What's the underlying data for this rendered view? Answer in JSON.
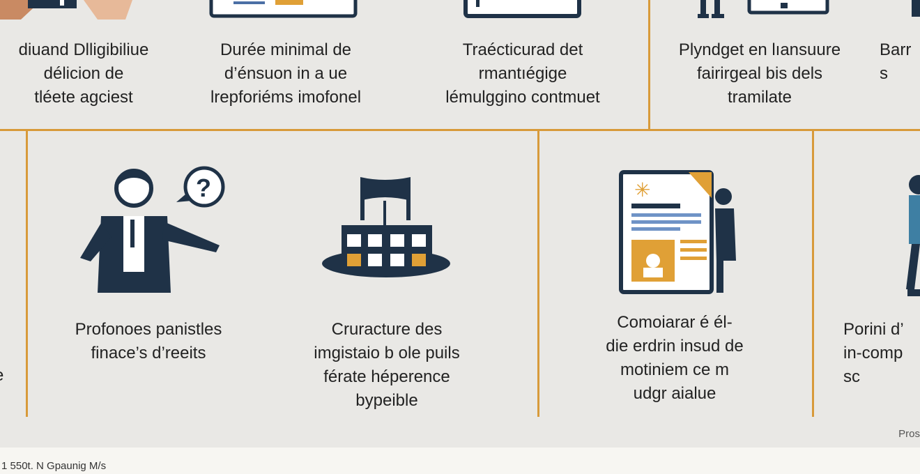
{
  "colors": {
    "navy": "#1f3247",
    "orange": "#e0a036",
    "divider": "#d89a3a",
    "panel": "#e9e8e5"
  },
  "top_row": [
    {
      "caption": "diuand Dlligibiliue\ndélicion de\ntléete agciest",
      "icon": "person-hand-icon"
    },
    {
      "caption": "Durée minimal de\nd’énsuon in a ue\nlrepforiéms imofonel",
      "icon": "document-icon"
    },
    {
      "caption": "Traécticurad det\nrmantıégige\nlémulggino contmuet",
      "icon": "monitor-icon"
    },
    {
      "caption": "Plyndget en lıansuure\nfairirgeal bis dels\ntramilate",
      "icon": "person-desk-icon"
    },
    {
      "caption": "Barr\ns",
      "icon": "partial-icon"
    }
  ],
  "bottom_row": [
    {
      "caption": "e",
      "icon": ""
    },
    {
      "caption": "Profonoes panistles\nfinace’s d’reeits",
      "icon": "person-question-icon"
    },
    {
      "caption": "Cruracture des\nimgistaio b ole puils\nférate héperence\nbypeible",
      "icon": "building-icon"
    },
    {
      "caption": "Comoiarar é él-\ndie erdrin insud de\nmotiniem ce m\nudgr aialue",
      "icon": "report-icon"
    },
    {
      "caption": "Porini d’\nin-comp\nsc",
      "icon": "walking-person-icon"
    }
  ],
  "corner_label": "Pros",
  "footer": "1 550t. N Gpaunig M/s"
}
